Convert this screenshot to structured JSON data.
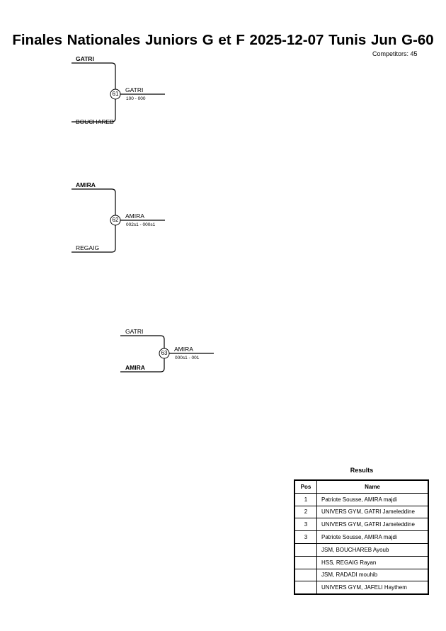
{
  "header": {
    "title": "Finales Nationales Juniors G et F  2025-12-07  Tunis   Jun G-60",
    "competitors": "Competitors: 45"
  },
  "matches": [
    {
      "number": "61",
      "top": "GATRI",
      "bottom": "BOUCHAREB",
      "winner": "GATRI",
      "score": "100 - 000"
    },
    {
      "number": "62",
      "top": "AMIRA",
      "bottom": "REGAIG",
      "winner": "AMIRA",
      "score": "002s1 - 000s1"
    },
    {
      "number": "63",
      "top": "GATRI",
      "bottom": "AMIRA",
      "winner": "AMIRA",
      "score": "000s1 - 001"
    }
  ],
  "results": {
    "title": "Results",
    "headers": [
      "Pos",
      "Name"
    ],
    "rows": [
      {
        "pos": "1",
        "name": "Patriote Sousse, AMIRA majdi"
      },
      {
        "pos": "2",
        "name": "UNIVERS GYM, GATRI Jameleddine"
      },
      {
        "pos": "3",
        "name": "UNIVERS GYM, GATRI Jameleddine"
      },
      {
        "pos": "3",
        "name": "Patriote Sousse, AMIRA majdi"
      },
      {
        "pos": "",
        "name": "JSM, BOUCHAREB Ayoub"
      },
      {
        "pos": "",
        "name": "HSS, REGAIG Rayan"
      },
      {
        "pos": "",
        "name": "JSM, RADADI mouhib"
      },
      {
        "pos": "",
        "name": "UNIVERS GYM, JAFELI Haythem"
      }
    ]
  }
}
